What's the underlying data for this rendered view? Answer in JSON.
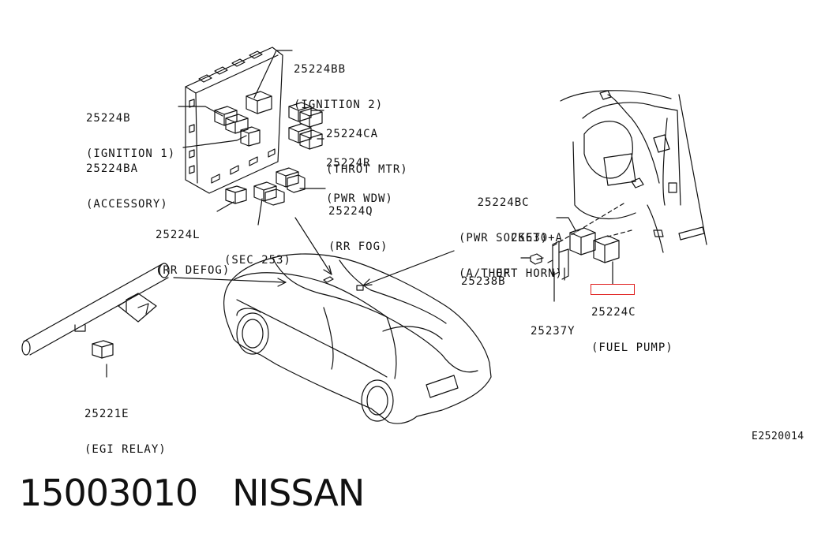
{
  "labels": {
    "bb": {
      "part": "25224BB",
      "desc": "(IGNITION 2)"
    },
    "b": {
      "part": "25224B",
      "desc": "(IGNITION 1)"
    },
    "ca": {
      "part": "25224CA",
      "desc": "(THROT MTR)"
    },
    "r": {
      "part": "25224R",
      "desc": "(PWR WDW)"
    },
    "ba": {
      "part": "25224BA",
      "desc": "(ACCESSORY)"
    },
    "q": {
      "part": "25224Q",
      "desc": "(RR FOG)"
    },
    "l": {
      "part": "25224L",
      "desc": "(RR DEFOG)"
    },
    "sec": {
      "part": "(SEC 253)"
    },
    "bc": {
      "part": "25224BC",
      "desc": "(PWR SOCKET)",
      "or": "OR"
    },
    "a": {
      "part": "25630+A",
      "desc": "(A/THEFT HORN)"
    },
    "b238": {
      "part": "25238B"
    },
    "y": {
      "part": "25237Y"
    },
    "c": {
      "part": "25224C",
      "desc": "(FUEL PUMP)"
    },
    "e": {
      "part": "25221E",
      "desc": "(EGI RELAY)"
    }
  },
  "diagram_code": "E2520014",
  "footer": {
    "number": "15003010",
    "brand": "NISSAN"
  },
  "highlight_color": "#e0201f"
}
